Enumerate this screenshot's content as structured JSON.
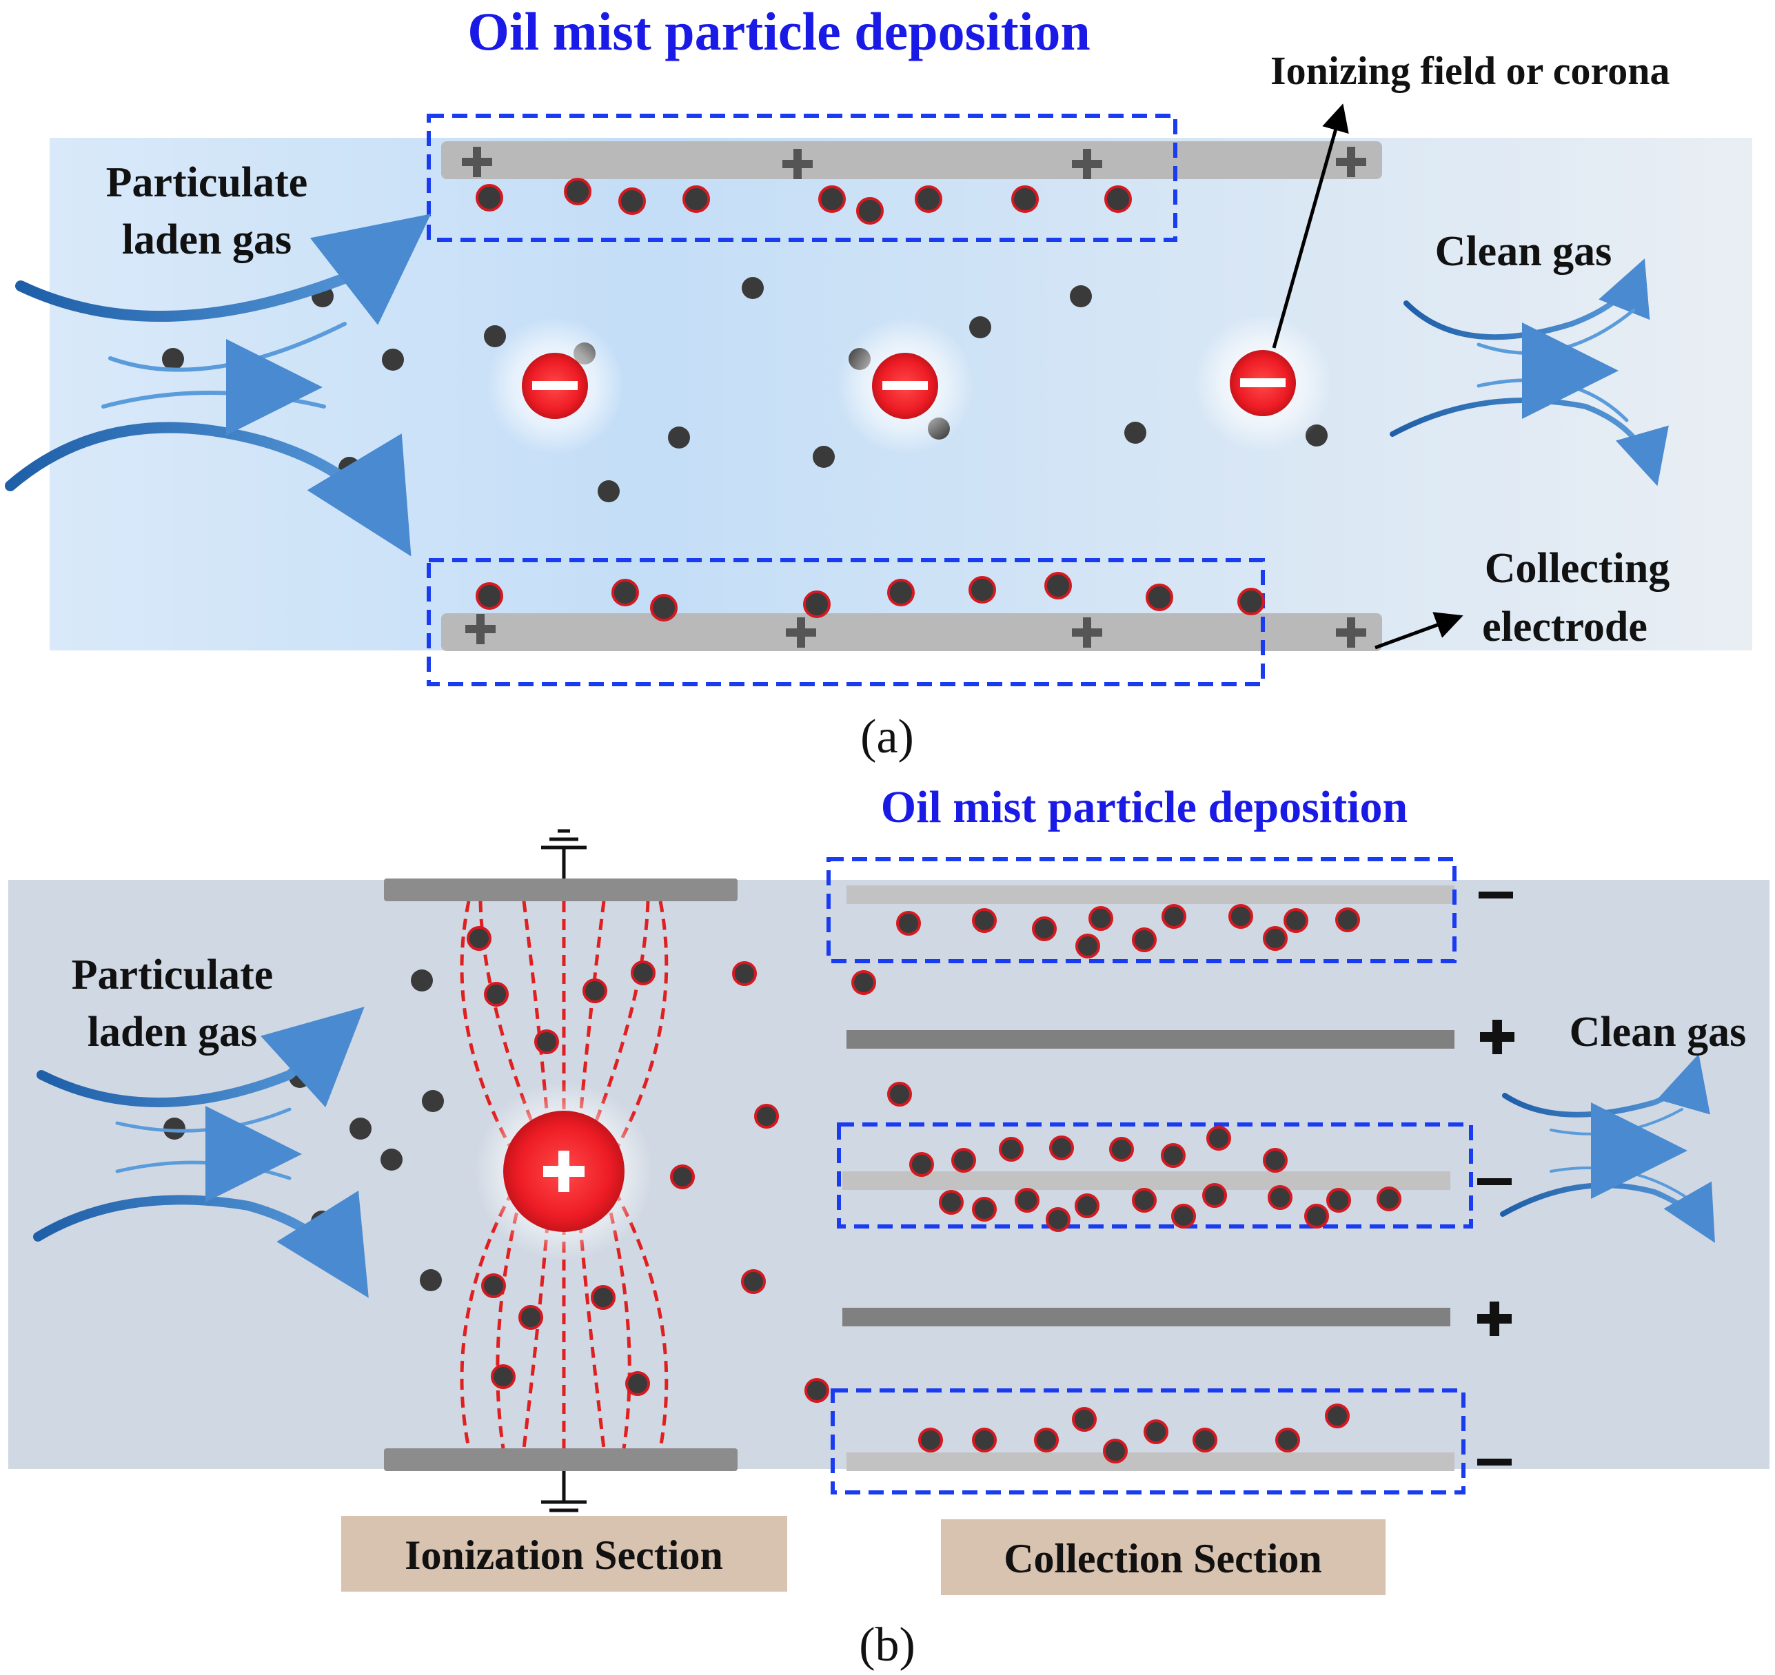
{
  "panel_a": {
    "title": "Oil mist particle deposition",
    "inlet_label": [
      "Particulate",
      "laden gas"
    ],
    "outlet_label": "Clean gas",
    "corona_label": "Ionizing field or corona",
    "electrode_label": [
      "Collecting",
      "electrode"
    ],
    "caption": "(a)",
    "plate_polarity": "+",
    "corona_polarity": "−"
  },
  "panel_b": {
    "title": "Oil mist particle deposition",
    "inlet_label": [
      "Particulate",
      "laden gas"
    ],
    "outlet_label": "Clean gas",
    "ionization_section": "Ionization Section",
    "collection_section": "Collection Section",
    "caption": "(b)",
    "corona_polarity": "+",
    "plate_polarities": [
      "−",
      "+",
      "−",
      "+",
      "−"
    ]
  },
  "colors": {
    "title_blue": "#1a1ae6",
    "dash_box": "#1a3cf0",
    "corona_red": "#ee1c25",
    "particle": "#3a3a3a",
    "charged_rim": "#d41920",
    "section_label_bg": "#d8c2b0",
    "field_line": "#e02020"
  }
}
